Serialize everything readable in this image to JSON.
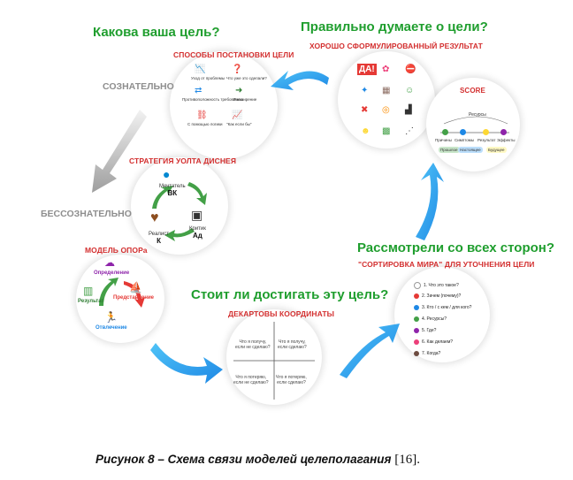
{
  "headings": {
    "goal_question": "Какова ваша цель?",
    "think_right": "Правильно думаете о цели?",
    "looked_all_sides": "Рассмотрели со всех сторон?",
    "worth_achieving": "Стоит ли достигать эту цель?"
  },
  "side_labels": {
    "conscious": "СОЗНАТЕЛЬНО",
    "unconscious": "БЕССОЗНАТЕЛЬНО"
  },
  "sections": {
    "goal_methods": {
      "title": "СПОСОБЫ ПОСТАНОВКИ ЦЕЛИ",
      "items": [
        "Уход от проблемы",
        "Что уже это сделали?",
        "Противоположность требованию",
        "Расширение",
        "С помощью логики",
        "\"Как если бы\""
      ]
    },
    "well_formed": {
      "title": "ХОРОШО СФОРМУЛИРОВАННЫЙ РЕЗУЛЬТАТ",
      "badge": "ДА!"
    },
    "score": {
      "title": "SCORE",
      "resource_label": "Ресурсы",
      "nodes": [
        "Причины",
        "Симптомы",
        "Результат",
        "Эффекты"
      ],
      "colors": [
        "#43a047",
        "#1e88e5",
        "#fdd835",
        "#8e24aa"
      ],
      "tags": [
        "Прошлое",
        "Настоящее",
        "Будущее"
      ]
    },
    "disney": {
      "title": "СТРАТЕГИЯ УОЛТА ДИСНЕЯ",
      "dreamer": "Мечтатель",
      "dreamer_code": "ВК",
      "realist": "Реалист",
      "realist_code": "К",
      "critic": "Критик",
      "critic_code": "Ад"
    },
    "opora": {
      "title": "МОДЕЛЬ ОПОРа",
      "definition": "Определение",
      "representation": "Представление",
      "detachment": "Отвлечение",
      "result": "Результат"
    },
    "descartes": {
      "title": "ДЕКАРТОВЫ КООРДИНАТЫ",
      "q1": [
        "Что я получу,",
        "если не сделаю?"
      ],
      "q2": [
        "Что я получу,",
        "если сделаю?"
      ],
      "q3": [
        "Что я потеряю,",
        "если не сделаю?"
      ],
      "q4": [
        "Что я потеряю,",
        "если сделаю?"
      ]
    },
    "world_sort": {
      "title": "\"СОРТИРОВКА МИРА\" ДЛЯ УТОЧНЕНИЯ ЦЕЛИ",
      "items": [
        "1. Что это такое?",
        "2. Зачем (почему)?",
        "3. Кто / с кем / для кого?",
        "4. Ресурсы?",
        "5. Где?",
        "6. Как делаем?",
        "7. Когда?"
      ],
      "colors": [
        "#ffffff",
        "#e53935",
        "#1e88e5",
        "#43a047",
        "#8e24aa",
        "#ec407a",
        "#6d4c41"
      ]
    }
  },
  "caption": {
    "text": "Рисунок 8 – Схема связи моделей целеполагания",
    "ref": "[16]."
  }
}
